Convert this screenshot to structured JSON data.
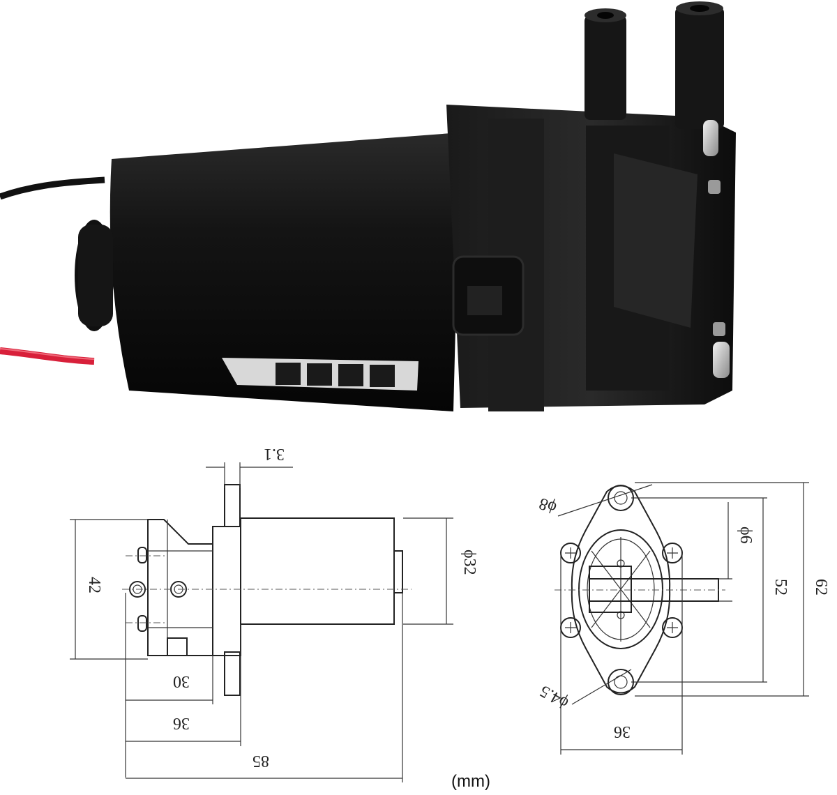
{
  "product": {
    "label_cells": [
      "",
      "",
      "",
      ""
    ]
  },
  "side_view": {
    "dim_top": "3.1",
    "dim_height_left": "42",
    "dim_diameter": "ϕ32",
    "dim_30": "30",
    "dim_36": "36",
    "dim_85": "85"
  },
  "end_view": {
    "dim_phi8": "ϕ8",
    "dim_phi6": "ϕ6",
    "dim_phi45": "ϕ4.5",
    "dim_52": "52",
    "dim_62": "62",
    "dim_36": "36"
  },
  "unit": "(mm)",
  "colors": {
    "body": "#121212",
    "wire_red": "#d8203a",
    "wire_black": "#111111",
    "screw": "#c9c9c9"
  }
}
